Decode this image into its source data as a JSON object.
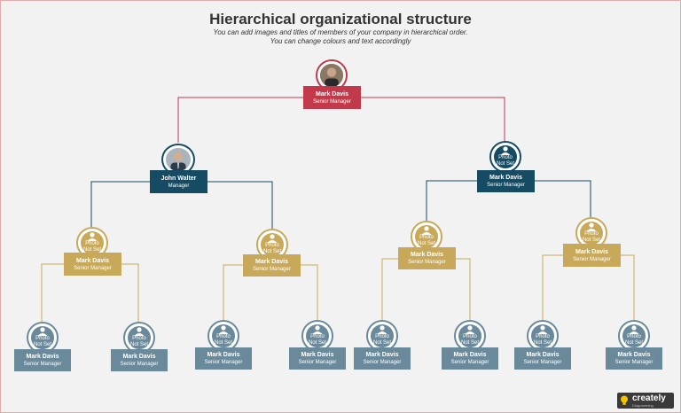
{
  "header": {
    "title": "Hierarchical organizational structure",
    "subtitle_line1": "You can add images and titles of members of your company in hierarchical order.",
    "subtitle_line2": "You can change colours and text accordingly"
  },
  "colors": {
    "red": "#c1394a",
    "navy": "#154b63",
    "gold": "#c8a95a",
    "steel": "#6a8a9b",
    "connector_red": "#c1394a",
    "connector_navy": "#154b63",
    "connector_gold": "#c8a95a"
  },
  "placeholder": {
    "line1": "Photo",
    "line2": "Not Set"
  },
  "nodes": {
    "root": {
      "name": "Mark Davis",
      "role": "Senior Manager"
    },
    "l1_left": {
      "name": "John Walter",
      "role": "Manager"
    },
    "l1_right": {
      "name": "Mark Davis",
      "role": "Senior Manager"
    },
    "l2_a": {
      "name": "Mark Davis",
      "role": "Senior Manager"
    },
    "l2_b": {
      "name": "Mark Davis",
      "role": "Senior Manager"
    },
    "l2_c": {
      "name": "Mark Davis",
      "role": "Senior Manager"
    },
    "l2_d": {
      "name": "Mark Davis",
      "role": "Senior Manager"
    },
    "l3_1": {
      "name": "Mark Davis",
      "role": "Senior Manager"
    },
    "l3_2": {
      "name": "Mark Davis",
      "role": "Senior Manager"
    },
    "l3_3": {
      "name": "Mark Davis",
      "role": "Senior Manager"
    },
    "l3_4": {
      "name": "Mark Davis",
      "role": "Senior Manager"
    },
    "l3_5": {
      "name": "Mark Davis",
      "role": "Senior Manager"
    },
    "l3_6": {
      "name": "Mark Davis",
      "role": "Senior Manager"
    },
    "l3_7": {
      "name": "Mark Davis",
      "role": "Senior Manager"
    },
    "l3_8": {
      "name": "Mark Davis",
      "role": "Senior Manager"
    }
  },
  "logo": {
    "text": "creately",
    "tagline": "Diagramming"
  }
}
